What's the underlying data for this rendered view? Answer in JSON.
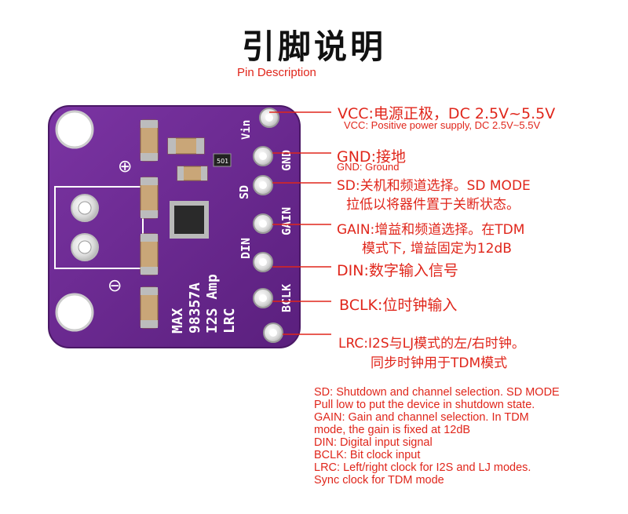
{
  "title": "引脚说明",
  "subtitle": "Pin Description",
  "board": {
    "silk_lines": [
      "MAX",
      "98357A",
      "I2S Amp",
      "LRC"
    ],
    "pin_labels": [
      "Vin",
      "GND",
      "SD",
      "GAIN",
      "DIN",
      "BCLK",
      "LRC"
    ],
    "plus": "⊕",
    "minus": "⊖",
    "resistor": "501"
  },
  "pins": {
    "vcc": {
      "cn": "VCC:电源正极，DC 2.5V~5.5V",
      "en": "VCC: Positive power supply, DC 2.5V~5.5V"
    },
    "gnd": {
      "cn": "GND:接地",
      "en": "GND: Ground"
    },
    "sd": {
      "cn1": "SD:关机和频道选择。SD MODE",
      "cn2": "拉低以将器件置于关断状态。"
    },
    "gain": {
      "cn1": "GAIN:增益和频道选择。在TDM",
      "cn2": "模式下, 增益固定为12dB"
    },
    "din": {
      "cn": "DIN:数字输入信号"
    },
    "bclk": {
      "cn": "BCLK:位时钟输入"
    },
    "lrc": {
      "cn1": "LRC:I2S与LJ模式的左/右时钟。",
      "cn2": "同步时钟用于TDM模式"
    }
  },
  "notes": [
    "SD: Shutdown and channel selection. SD MODE",
    "Pull low to put the device in shutdown state.",
    "GAIN: Gain and channel selection. In TDM",
    "mode, the gain is fixed at 12dB",
    "DIN: Digital input signal",
    "BCLK: Bit clock input",
    "LRC: Left/right clock for I2S and LJ modes.",
    "Sync clock for TDM mode"
  ],
  "colors": {
    "pcb": "#6a2a8e",
    "label": "#e0261b",
    "silk": "#ffffff"
  }
}
